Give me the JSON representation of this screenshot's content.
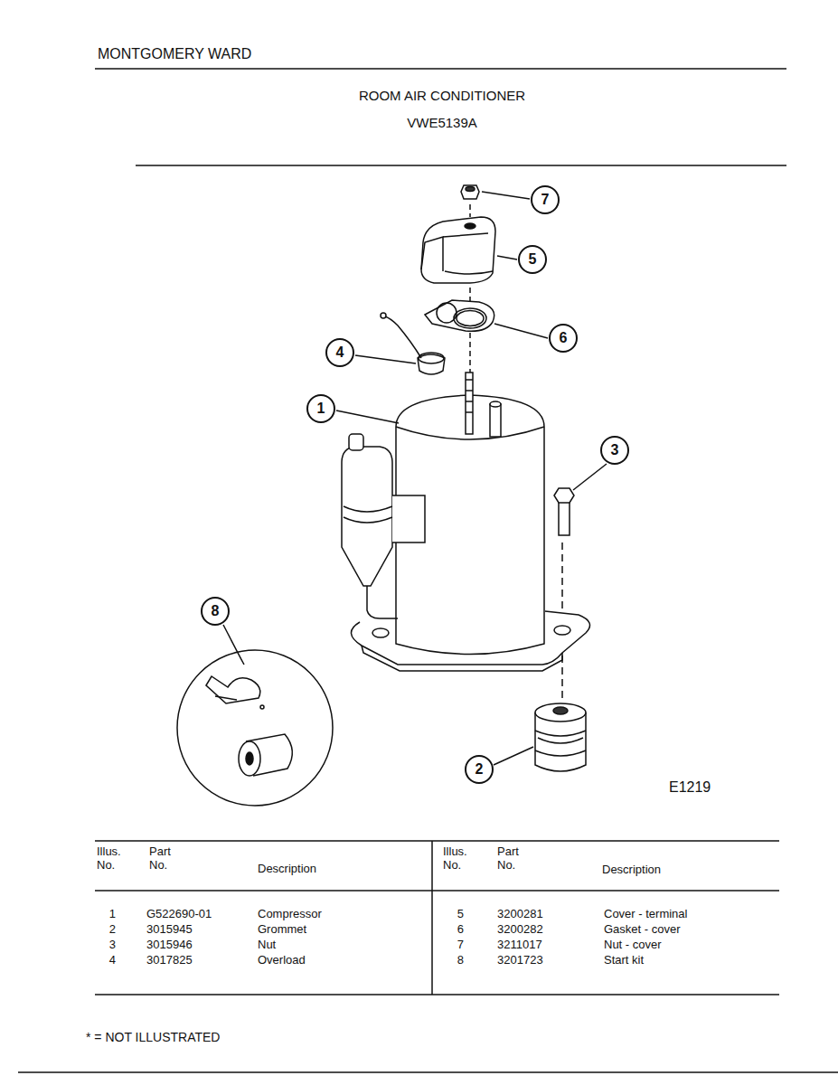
{
  "diagram": {
    "title": "ROOM AIR CONDITIONER",
    "nodes": [
      {
        "text": [
          "7"
        ]
      },
      {
        "text": [
          "5"
        ]
      },
      {
        "text": [
          "6"
        ]
      },
      {
        "text": [
          "4"
        ]
      },
      {
        "text": [
          "1"
        ]
      },
      {
        "text": [
          "3"
        ]
      },
      {
        "text": [
          "8"
        ]
      },
      {
        "text": [
          "2"
        ]
      }
    ],
    "labels": [
      "MONTGOMERY WARD",
      "VWE5139A",
      "Illus. No.",
      "Part No.",
      "Description",
      "Illus. No.",
      "Part No.",
      "Description",
      "1",
      "G522690-01",
      "Compressor",
      "2",
      "3015945",
      "Grommet",
      "3",
      "3015946",
      "Nut",
      "4",
      "3017825",
      "Overload",
      "5",
      "3200281",
      "Cover - terminal",
      "6",
      "3200282",
      "Gasket - cover",
      "7",
      "3211017",
      "Nut - cover",
      "8",
      "3201723",
      "Start kit",
      "E1219",
      "* = NOT ILLUSTRATED"
    ]
  }
}
